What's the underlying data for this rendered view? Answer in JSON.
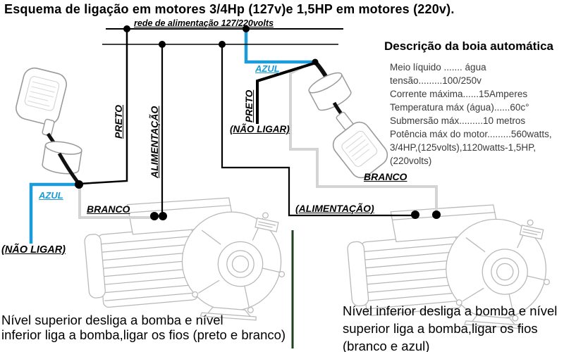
{
  "title": "Esquema de ligação em motores 3/4Hp (127v)e 1,5HP em motores (220v).",
  "rail_label": "rede de alimentação 127/220volts",
  "colors": {
    "wire_blue": "#1b9cd8",
    "wire_black": "#000000",
    "wire_gray": "#d4d4d4",
    "divider_green": "#20401f",
    "sketch_gray": "#b8b8b8"
  },
  "description": {
    "title": "Descrição da boia automática",
    "lines": [
      "Meio líquido ....... água",
      "tensão.........100/250v",
      "Corrente máxima......15Amperes",
      "Temperatura máx (água)......60c°",
      "Submersão máx.........10 metros",
      "Potência máx do motor.........560watts,",
      "3/4HP,(125volts),1120watts-1,5HP,",
      "(220volts)"
    ]
  },
  "labels": {
    "left": {
      "azul": "AZUL",
      "preto": "PRETO",
      "alimentacao": "ALIMENTAÇÃO",
      "branco": "BRANCO",
      "nao_ligar": "(NÃO LIGAR)"
    },
    "right": {
      "azul": "AZUL",
      "preto": "PRETO",
      "nao_ligar": "(NÃO LIGAR)",
      "branco": "BRANCO",
      "alimentacao": "(ALIMENTAÇÃO)"
    }
  },
  "captions": {
    "left_lines": [
      "Nível superior desliga a bomba e nível",
      "inferior liga a bomba,ligar os fios (preto e branco)"
    ],
    "right_lines": [
      "Nível inferior desliga a bomba e nível",
      "superior liga a bomba,ligar os fios",
      "(branco e azul)"
    ]
  }
}
